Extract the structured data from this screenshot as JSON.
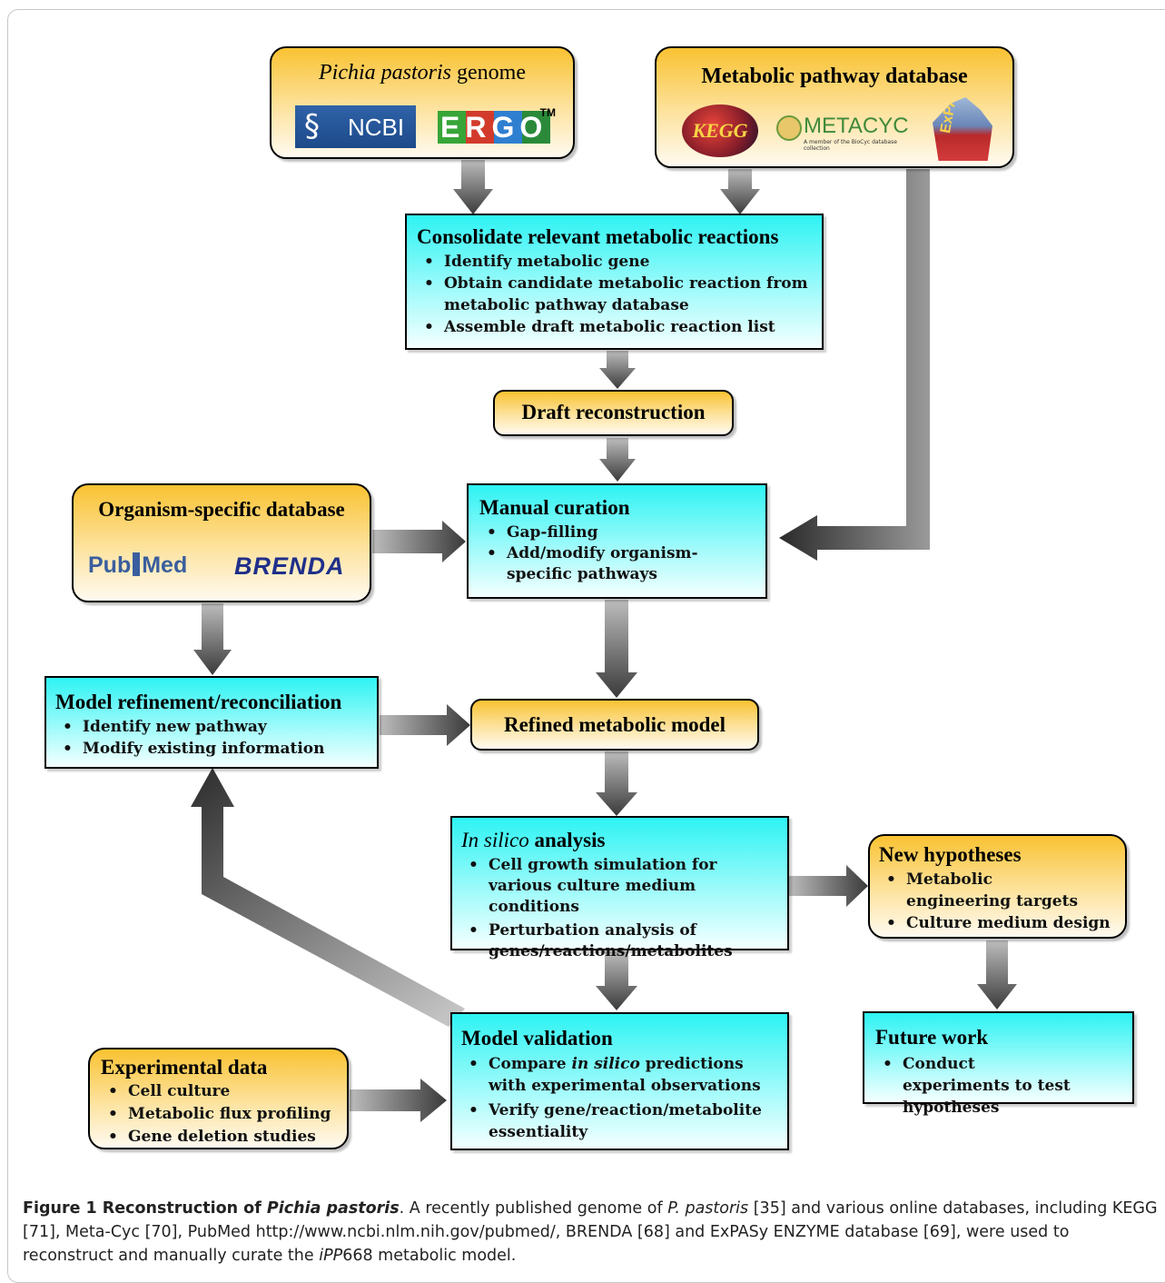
{
  "colors": {
    "gold": "#f9c232",
    "cyan": "#2ef3f3",
    "arrow_dark": "#3a3a3a",
    "arrow_light": "#bdbdbd"
  },
  "boxes": {
    "genome": {
      "title_italic": "Pichia pastoris",
      "title_rest": " genome",
      "logos": [
        "NCBI",
        "ERGO",
        "TM"
      ]
    },
    "pathway_db": {
      "title": "Metabolic pathway database",
      "logos": [
        "KEGG",
        "METACYC",
        "A member of the BioCyc database collection",
        "ExPASy"
      ]
    },
    "consolidate": {
      "title": "Consolidate relevant metabolic reactions",
      "items": [
        "Identify metabolic gene",
        "Obtain candidate metabolic reaction from metabolic pathway database",
        "Assemble draft metabolic reaction list"
      ]
    },
    "draft": {
      "title": "Draft reconstruction"
    },
    "organism_db": {
      "title": "Organism-specific database",
      "logos": [
        "Pub",
        "Med",
        "BRENDA"
      ]
    },
    "manual": {
      "title": "Manual curation",
      "items": [
        "Gap-filling",
        "Add/modify organism-specific pathways"
      ]
    },
    "refinement": {
      "title": "Model refinement/reconciliation",
      "items": [
        "Identify new pathway",
        "Modify existing information"
      ]
    },
    "refined": {
      "title": "Refined metabolic model"
    },
    "insilico": {
      "title_italic": "In silico",
      "title_rest": " analysis",
      "items": [
        "Cell growth simulation for various culture medium  conditions",
        "Perturbation analysis of genes/reactions/metabolites"
      ]
    },
    "hypotheses": {
      "title": "New hypotheses",
      "items": [
        "Metabolic engineering targets",
        "Culture medium design"
      ]
    },
    "validation": {
      "title": "Model validation",
      "item1_a": "Compare ",
      "item1_italic": "in silico",
      "item1_b": " predictions with experimental observations",
      "item2": "Verify gene/reaction/metabolite essentiality"
    },
    "experimental": {
      "title": "Experimental data",
      "items": [
        "Cell culture",
        "Metabolic flux profiling",
        "Gene deletion studies"
      ]
    },
    "future": {
      "title": "Future work",
      "items": [
        "Conduct experiments to test hypotheses"
      ]
    }
  },
  "caption": {
    "label": "Figure 1 Reconstruction of ",
    "label_italic": "Pichia pastoris",
    "t1": ". A recently published genome of ",
    "t1_italic": "P. pastoris",
    "t2": " [35] and various online databases, including KEGG [71], Meta-Cyc [70], PubMed http://www.ncbi.nlm.nih.gov/pubmed/, BRENDA [68] and ExPASy ENZYME database [69], were used to reconstruct and manually curate the ",
    "t2_italic": "iPP",
    "t3": "668 metabolic model."
  }
}
